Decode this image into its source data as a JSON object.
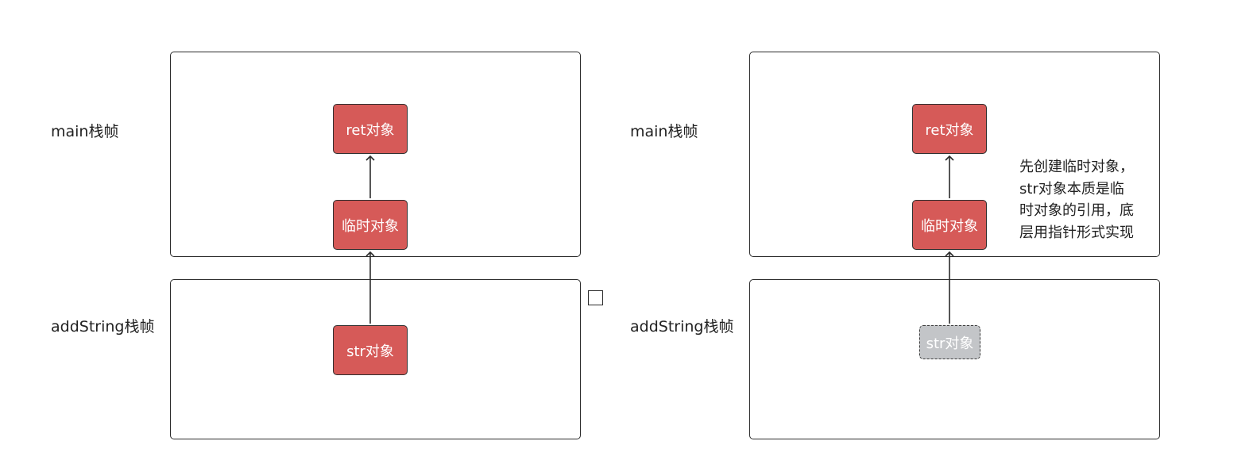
{
  "left_panel": {
    "main_frame_label": "main栈帧",
    "add_frame_label": "addString栈帧",
    "ret_node": "ret对象",
    "temp_node": "临时对象",
    "str_node": "str对象"
  },
  "right_panel": {
    "main_frame_label": "main栈帧",
    "add_frame_label": "addString栈帧",
    "ret_node": "ret对象",
    "temp_node": "临时对象",
    "str_node": "str对象",
    "note_lines": [
      "先创建临时对象，",
      "str对象本质是临",
      "时对象的引用，底",
      "层用指针形式实现"
    ]
  },
  "colors": {
    "node_fill": "#d65a58",
    "ghost_fill": "#c3c5c8",
    "stroke": "#2b2b2b"
  }
}
